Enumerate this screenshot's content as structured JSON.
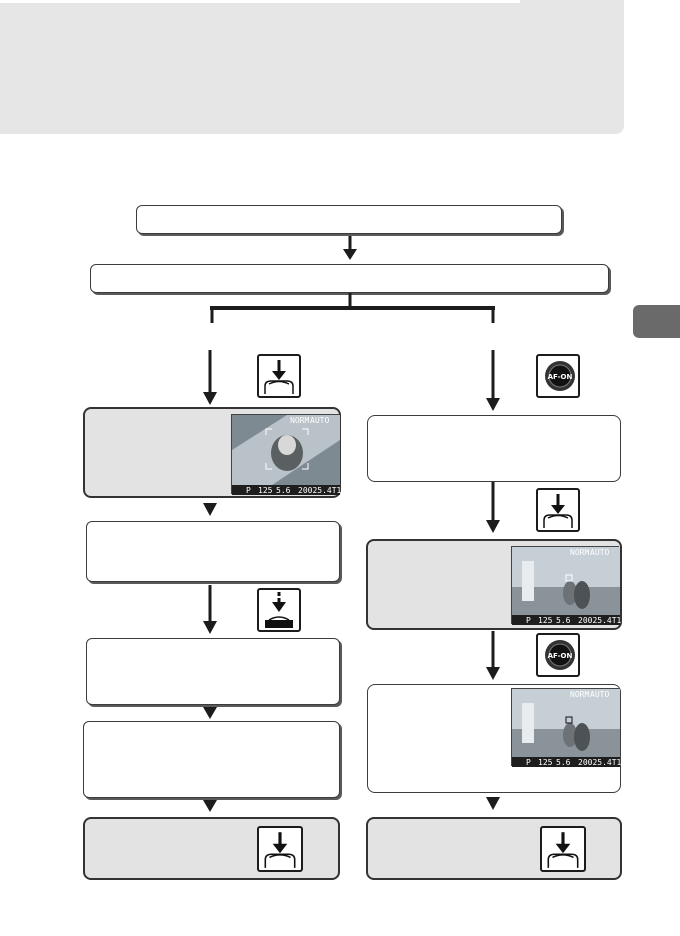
{
  "icons": {
    "shutter_half_press": "shutter-half-press-icon",
    "shutter_full_press": "shutter-full-press-icon",
    "af_on_button": "af-on-button-icon"
  },
  "buttons": {
    "af_on_label": "AF-ON"
  },
  "viewfinder": {
    "quality": "NORM",
    "iso": "AUTO",
    "mode": "P",
    "shutter": "125",
    "aperture": "5.6",
    "exposure_readout": "20025.4T1"
  },
  "colors": {
    "header_band": "#e6e6e6",
    "side_tab": "#6a6a6a",
    "grey_box": "#e3e3e3",
    "line": "#1c1c1c"
  }
}
